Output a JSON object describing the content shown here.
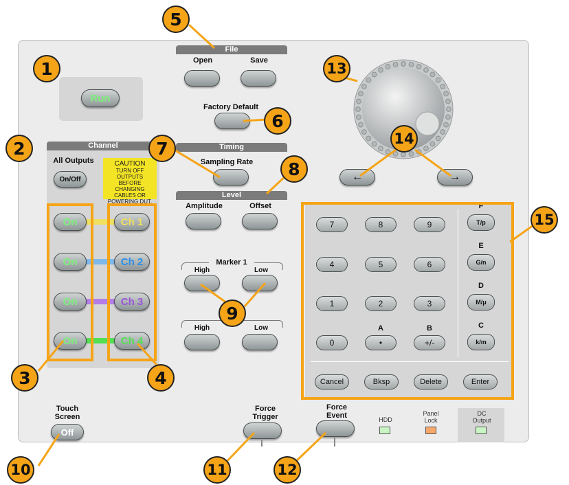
{
  "callouts": [
    "1",
    "2",
    "3",
    "4",
    "5",
    "6",
    "7",
    "8",
    "9",
    "10",
    "11",
    "12",
    "13",
    "14",
    "15"
  ],
  "run": {
    "label": "Run"
  },
  "file": {
    "header": "File",
    "open_label": "Open",
    "save_label": "Save"
  },
  "factory_default": "Factory Default",
  "timing": {
    "header": "Timing",
    "sampling_rate": "Sampling Rate"
  },
  "level": {
    "header": "Level",
    "amplitude": "Amplitude",
    "offset": "Offset"
  },
  "marker": {
    "title": "Marker 1",
    "high": "High",
    "low": "Low",
    "high2": "High",
    "low2": "Low"
  },
  "channel": {
    "header": "Channel",
    "all_outputs": "All Outputs",
    "on_off": "On/Off",
    "caution_title": "CAUTION",
    "caution_lines": [
      "TURN OFF OUTPUTS",
      "BEFORE CHANGING",
      "CABLES OR",
      "POWERING DUT."
    ],
    "on_label": "On",
    "channels": [
      {
        "label": "Ch 1",
        "color": "#f0e060"
      },
      {
        "label": "Ch 2",
        "color": "#2a8ee8"
      },
      {
        "label": "Ch 3",
        "color": "#9a55d8"
      },
      {
        "label": "Ch 4",
        "color": "#52e052"
      }
    ]
  },
  "colors": {
    "callout": "#f5a418",
    "on_text": "#7cf07c",
    "run_text": "#7cf07c"
  },
  "keypad": {
    "rows": [
      [
        "7",
        "8",
        "9"
      ],
      [
        "4",
        "5",
        "6"
      ],
      [
        "1",
        "2",
        "3"
      ],
      [
        "0",
        "•",
        "+/-"
      ]
    ],
    "letters_row4": [
      "A",
      "B"
    ],
    "units": [
      {
        "letter": "F",
        "label": "T/p"
      },
      {
        "letter": "E",
        "label": "G/n"
      },
      {
        "letter": "D",
        "label": "M/μ"
      },
      {
        "letter": "C",
        "label": "k/m"
      }
    ],
    "bottom": [
      "Cancel",
      "Bksp",
      "Delete",
      "Enter"
    ]
  },
  "arrows": {
    "left": "←",
    "right": "→"
  },
  "touch_screen": {
    "label": "Touch Screen",
    "state": "Off"
  },
  "force_trigger": "Force Trigger",
  "force_event": "Force Event",
  "indicators": {
    "hdd": "HDD",
    "panel_lock": "Panel Lock",
    "dc_output": "DC Output"
  }
}
